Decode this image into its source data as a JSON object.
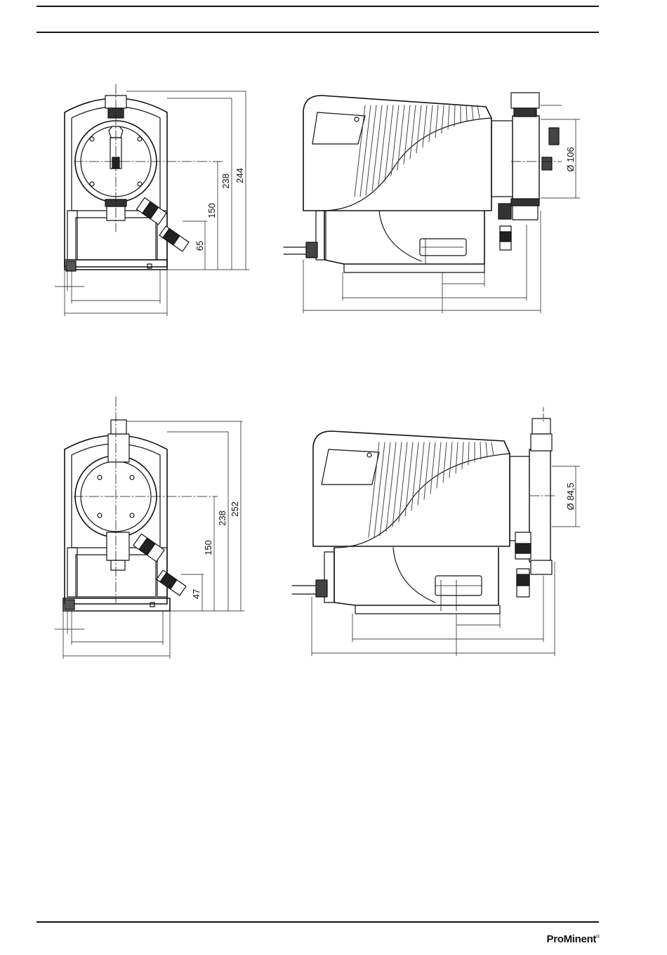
{
  "brand": {
    "logo_text": "ProMinent",
    "registered_mark": "®"
  },
  "drawings": {
    "top_front": {
      "dim_height_inner": "238",
      "dim_height_outer": "244",
      "dim_axis": "150",
      "dim_valve": "65"
    },
    "top_side": {
      "dim_diameter": "Ø 106"
    },
    "bottom_front": {
      "dim_height_inner": "238",
      "dim_height_outer": "252",
      "dim_axis": "150",
      "dim_valve": "47"
    },
    "bottom_side": {
      "dim_diameter": "Ø 84,5"
    }
  }
}
